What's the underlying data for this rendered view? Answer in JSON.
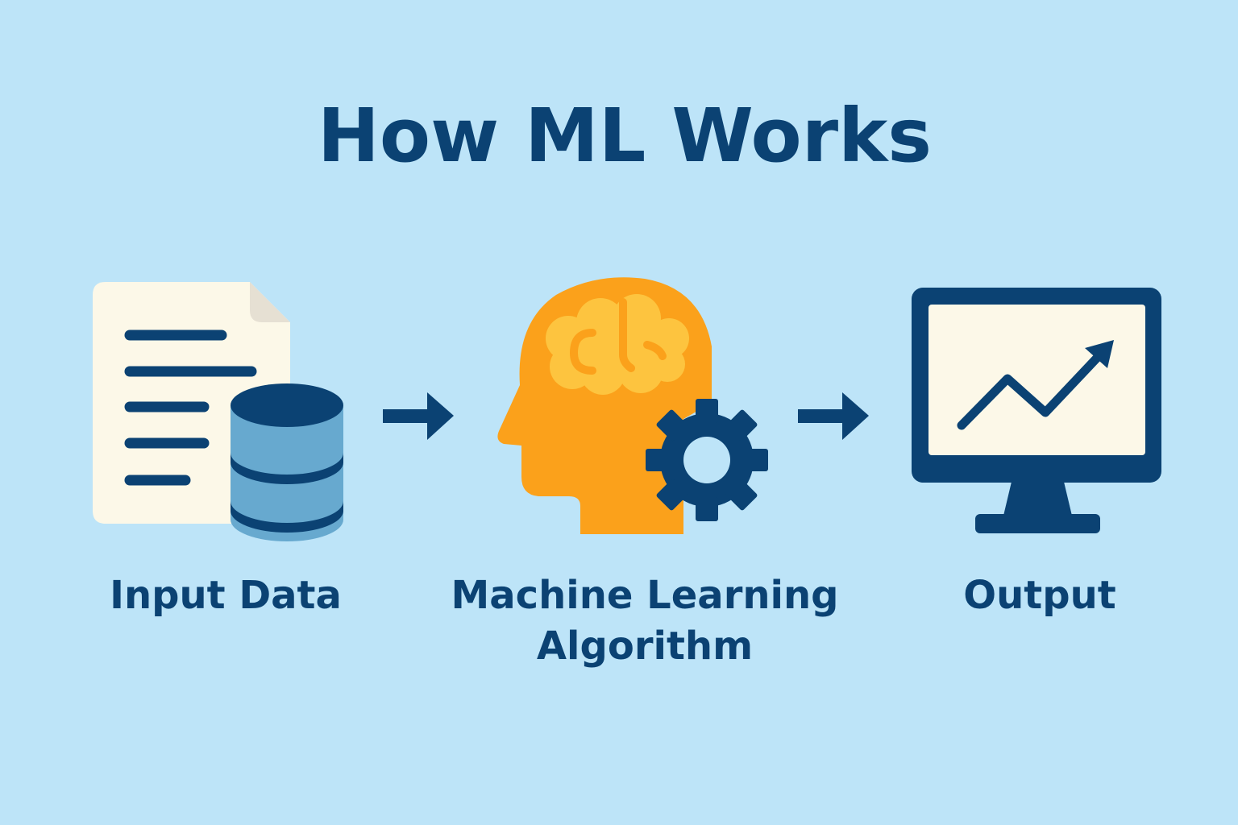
{
  "title": "How ML Works",
  "colors": {
    "background": "#BDE4F8",
    "navy": "#0B4273",
    "paper": "#FCF8E8",
    "database": "#67A9CF",
    "head": "#FBA11B",
    "brain": "#FDC43F"
  },
  "steps": [
    {
      "label": "Input Data",
      "icon": "document-database-icon"
    },
    {
      "label_line1": "Machine Learning",
      "label_line2": "Algorithm",
      "icon": "head-brain-gear-icon"
    },
    {
      "label": "Output",
      "icon": "monitor-chart-icon"
    }
  ],
  "connectors": [
    "arrow-right-icon",
    "arrow-right-icon"
  ]
}
